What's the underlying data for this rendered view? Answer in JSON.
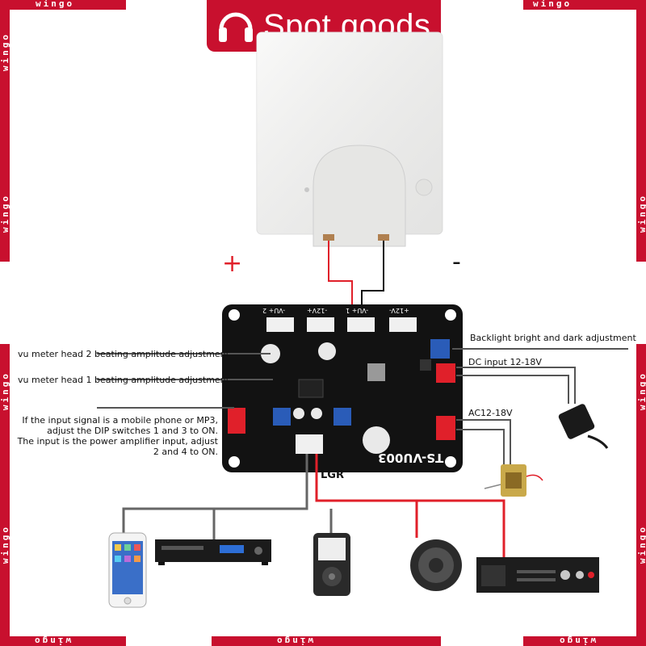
{
  "badge": {
    "text": "Spot goods",
    "icon": "headphones-icon"
  },
  "watermark": {
    "text": "wingo"
  },
  "polarity": {
    "plus": "+",
    "minus": "-"
  },
  "labels": {
    "head2": "vu meter head 2 beating amplitude adjustment",
    "head1": "vu meter head 1 beating amplitude adjustment",
    "input_note": [
      "If the input signal is a mobile phone or MP3,",
      "adjust the DIP switches 1 and 3 to ON.",
      "The input is the power amplifier input, adjust",
      "2 and 4 to ON."
    ],
    "backlight": "Backlight bright and dark adjustment",
    "dc_input": "DC input 12-18V",
    "ac_input": "AC12-18V",
    "lgr": "LGR"
  },
  "board": {
    "model": "TS-VU003",
    "connectors": [
      "-VU+ 2",
      "-12V+",
      "-VU+ 1",
      "+12V-"
    ]
  },
  "colors": {
    "brand_red": "#c8102e",
    "board": "#111111",
    "wire_red": "#e0202a"
  }
}
